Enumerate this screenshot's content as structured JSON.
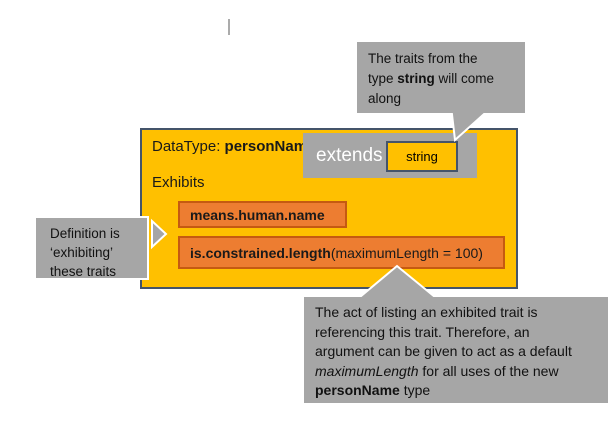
{
  "colors": {
    "box_fill": "#FFC000",
    "box_border": "#44546A",
    "trait_fill": "#ED7D31",
    "trait_border": "#C55A11",
    "callout_fill": "#A6A6A6",
    "extends_text": "#FFFFFF"
  },
  "main": {
    "title_segments": [
      {
        "text": "DataType: "
      },
      {
        "text": "personName",
        "bold": true
      }
    ],
    "extends_label": "extends",
    "string_label": "string",
    "exhibits_label": "Exhibits",
    "traits": [
      {
        "segments": [
          {
            "text": "means.human.name",
            "bold": true
          }
        ]
      },
      {
        "segments": [
          {
            "text": "is.constrained.length",
            "bold": true
          },
          {
            "text": " (maximumLength = 100)"
          }
        ]
      }
    ]
  },
  "callouts": {
    "top": {
      "segments": [
        {
          "text": "The traits from the",
          "br": true
        },
        {
          "text": "type "
        },
        {
          "text": "string",
          "bold": true
        },
        {
          "text": " will come",
          "br": true
        },
        {
          "text": "along"
        }
      ]
    },
    "left": {
      "segments": [
        {
          "text": "Definition is",
          "br": true
        },
        {
          "text": "‘exhibiting’",
          "br": true
        },
        {
          "text": "these traits"
        }
      ]
    },
    "bottom": {
      "segments": [
        {
          "text": "The act of listing an exhibited trait is",
          "br": true
        },
        {
          "text": "referencing this trait. Therefore, an",
          "br": true
        },
        {
          "text": "argument can be given to act as a default",
          "br": true
        },
        {
          "text": "maximumLength",
          "italic": true
        },
        {
          "text": " for all uses of the new",
          "br": true
        },
        {
          "text": "personName",
          "bold": true
        },
        {
          "text": " type"
        }
      ]
    }
  }
}
